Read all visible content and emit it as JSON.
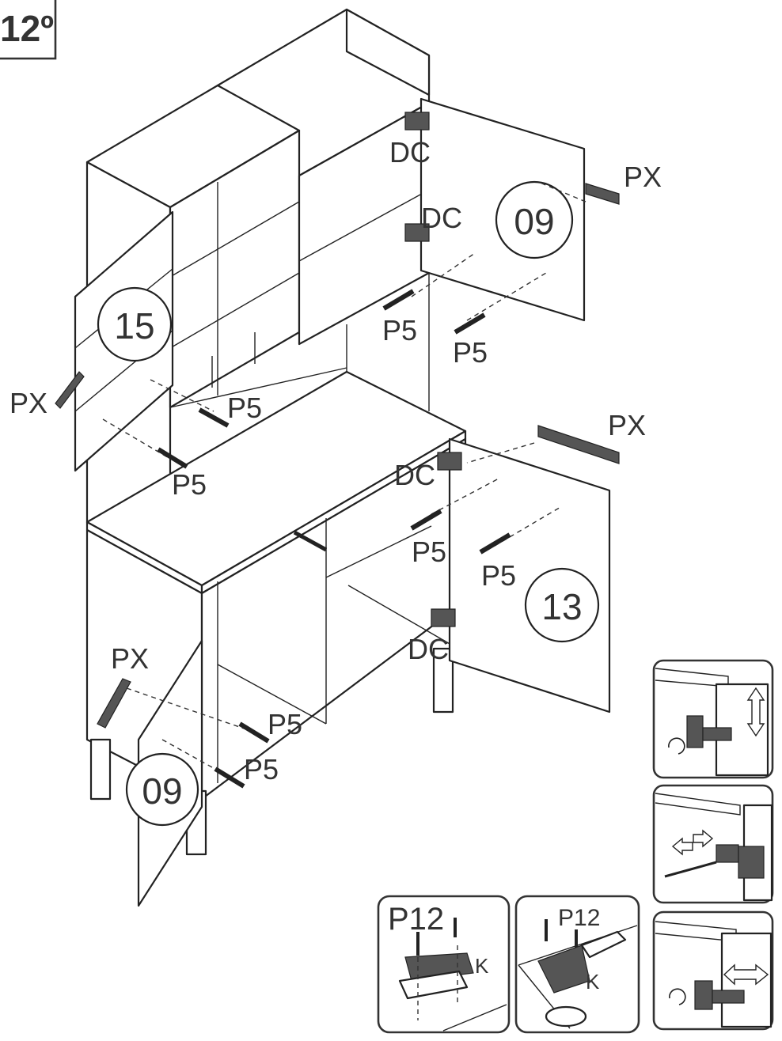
{
  "step": {
    "number": "12º"
  },
  "colors": {
    "line": "#222222",
    "text": "#333333",
    "background": "#ffffff"
  },
  "parts": {
    "door_09_upper": "09",
    "door_15": "15",
    "door_13": "13",
    "door_09_lower": "09"
  },
  "hardware": {
    "hinge": "DC",
    "screw": "P5",
    "handle": "PX",
    "mount_screw": "P12",
    "hinge_plate": "K"
  },
  "icons": [
    "hinge-icon",
    "screw-icon",
    "handle-icon",
    "screwdriver-icon",
    "arrow-icon"
  ]
}
